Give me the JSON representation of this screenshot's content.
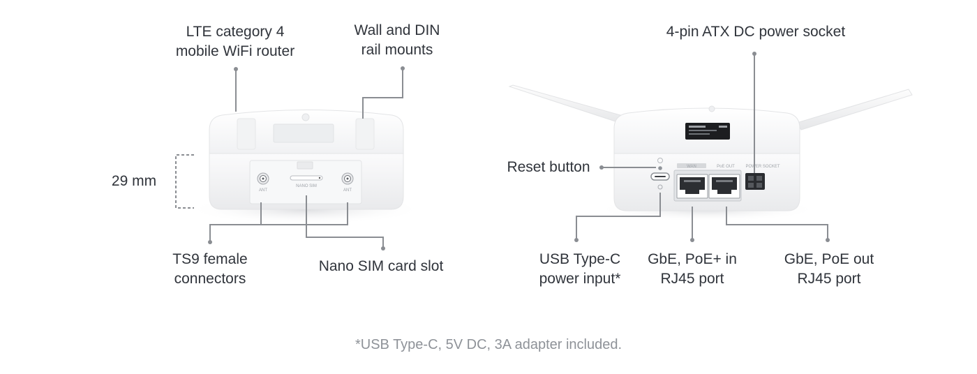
{
  "left_device": {
    "router_label": [
      "LTE category 4",
      "mobile WiFi router"
    ],
    "mounts_label": [
      "Wall and DIN",
      "rail mounts"
    ],
    "height_label": "29 mm",
    "connectors_label": [
      "TS9 female",
      "connectors"
    ],
    "sim_label": "Nano SIM card slot",
    "panel_text": {
      "ant_left": "ANT",
      "ant_right": "ANT",
      "sim": "NANO SIM"
    }
  },
  "right_device": {
    "power_socket_label": "4-pin ATX DC power socket",
    "reset_label": "Reset button",
    "usb_label": [
      "USB Type-C",
      "power input*"
    ],
    "poe_in_label": [
      "GbE, PoE+ in",
      "RJ45 port"
    ],
    "poe_out_label": [
      "GbE, PoE out",
      "RJ45 port"
    ],
    "panel_text": {
      "port1": "WAN",
      "port2": "PoE OUT",
      "socket": "POWER SOCKET"
    }
  },
  "footnote": "*USB Type-C, 5V DC, 3A adapter included.",
  "colors": {
    "leader_line": "#8a8d92",
    "text": "#30343b",
    "footnote": "#8e9298",
    "device_body": "#f4f5f6"
  },
  "icons": [
    "reset-pinhole-icon",
    "usb-c-port-icon",
    "rj45-port-icon",
    "power-socket-icon",
    "sma-connector-icon",
    "antenna-icon",
    "display-screen-icon"
  ]
}
